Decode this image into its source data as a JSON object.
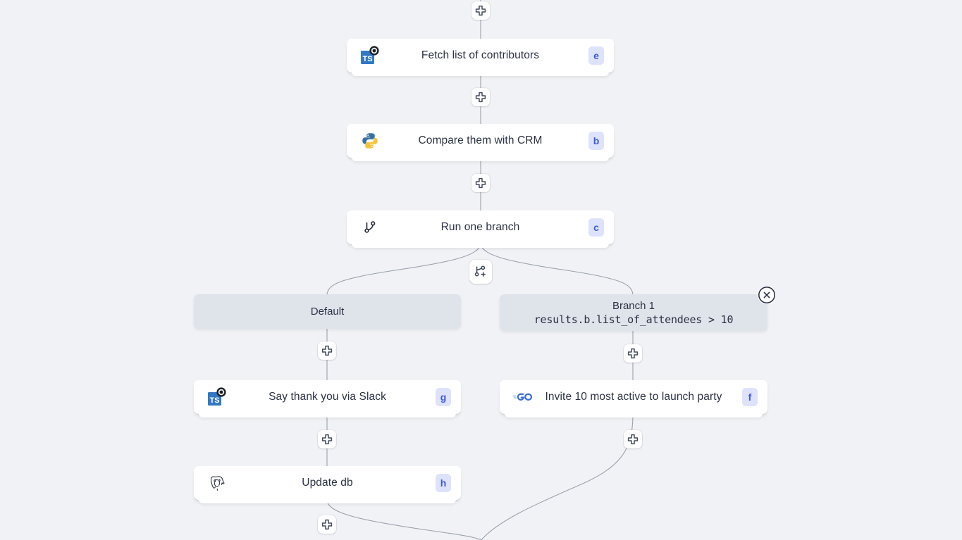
{
  "canvas": {
    "background": "#f1f2f5",
    "edge_color": "#9aa1ac",
    "badge_bg": "#dee3fb",
    "badge_fg": "#3b5bdb",
    "branch_pill_bg": "#dfe3ea"
  },
  "nodes": [
    {
      "id": "e",
      "title": "Fetch list of contributors",
      "badge": "e",
      "icon": "typescript-github-icon"
    },
    {
      "id": "b",
      "title": "Compare them with CRM",
      "badge": "b",
      "icon": "python-icon"
    },
    {
      "id": "c",
      "title": "Run one branch",
      "badge": "c",
      "icon": "git-branch-icon"
    },
    {
      "id": "g",
      "title": "Say thank you via Slack",
      "badge": "g",
      "icon": "typescript-github-icon"
    },
    {
      "id": "f",
      "title": "Invite 10 most active to launch party",
      "badge": "f",
      "icon": "go-icon"
    },
    {
      "id": "h",
      "title": "Update db",
      "badge": "h",
      "icon": "postgresql-icon"
    }
  ],
  "branches": [
    {
      "name": "Default",
      "condition": ""
    },
    {
      "name": "Branch 1",
      "condition": "results.b.list_of_attendees > 10"
    }
  ],
  "buttons": {
    "add_step_icon": "plus-icon",
    "add_branch_icon": "branch-plus-icon",
    "close_branch_icon": "close-circle-icon"
  }
}
